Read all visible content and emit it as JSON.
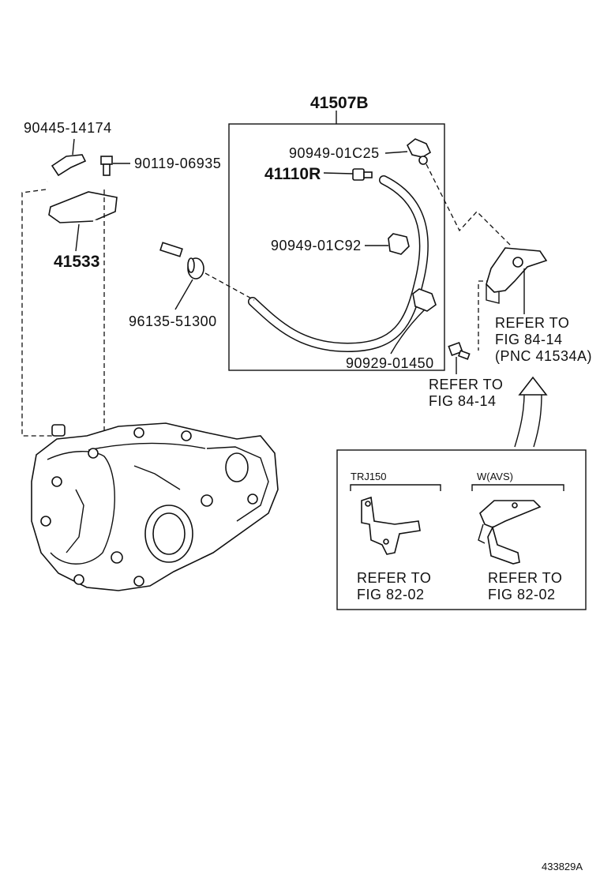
{
  "labels": {
    "p41507B": "41507B",
    "p90445": "90445-14174",
    "p90119": "90119-06935",
    "p41533": "41533",
    "p96135": "96135-51300",
    "p90949c25": "90949-01C25",
    "p41110R": "41110R",
    "p90949c92": "90949-01C92",
    "p90929": "90929-01450"
  },
  "refer": {
    "r1_line1": "REFER TO",
    "r1_line2": "FIG 84-14",
    "r1_line3": "(PNC 41534A)",
    "r2_line1": "REFER TO",
    "r2_line2": "FIG 84-14"
  },
  "inset": {
    "col1_title": "TRJ150",
    "col2_title": "W(AVS)",
    "col1_refer_line1": "REFER TO",
    "col1_refer_line2": "FIG 82-02",
    "col2_refer_line1": "REFER TO",
    "col2_refer_line2": "FIG 82-02"
  },
  "figure_id": "433829A"
}
